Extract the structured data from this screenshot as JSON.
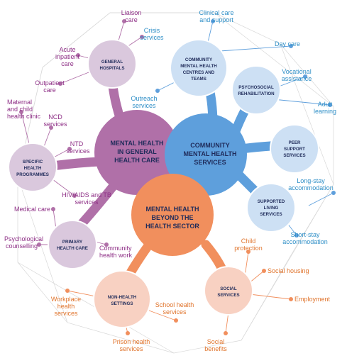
{
  "colors": {
    "purple_hub": "#b070a8",
    "purple_sub": "#dac8dd",
    "purple_text": "#8e2f86",
    "blue_hub": "#5e9fdc",
    "blue_sub": "#cde0f4",
    "blue_text": "#2f8fc7",
    "orange_hub": "#f18f5d",
    "orange_sub": "#f8d1c2",
    "orange_text": "#e0742c",
    "web": "#d8d8d8"
  },
  "hubs": {
    "general": [
      "MENTAL HEALTH",
      "IN GENERAL",
      "HEALTH CARE"
    ],
    "community": [
      "COMMUNITY",
      "MENTAL HEALTH",
      "SERVICES"
    ],
    "beyond": [
      "MENTAL HEALTH",
      "BEYOND THE",
      "HEALTH SECTOR"
    ]
  },
  "subs": {
    "general_hospitals": [
      "GENERAL",
      "HOSPITALS"
    ],
    "specific_programmes": [
      "SPECIFIC",
      "HEALTH",
      "PROGRAMMES"
    ],
    "primary_care": [
      "PRIMARY",
      "HEALTH CARE"
    ],
    "cmhc": [
      "COMMUNITY",
      "MENTAL HEALTH",
      "CENTRES AND",
      "TEAMS"
    ],
    "psychosocial": [
      "PSYCHOSOCIAL",
      "REHABILITATION"
    ],
    "peer_support": [
      "PEER",
      "SUPPORT",
      "SERVICES"
    ],
    "supported_living": [
      "SUPPORTED",
      "LIVING",
      "SERVICES"
    ],
    "social_services": [
      "SOCIAL",
      "SERVICES"
    ],
    "non_health": [
      "NON-HEALTH",
      "SETTINGS"
    ]
  },
  "leaves": {
    "liaison": [
      "Liaison",
      "care"
    ],
    "crisis": [
      "Crisis",
      "services"
    ],
    "acute_inpatient": [
      "Acute",
      "inpatient",
      "care"
    ],
    "outpatient": [
      "Outpatient",
      "care"
    ],
    "maternal": [
      "Maternal",
      "and child",
      "health clinic"
    ],
    "ncd": [
      "NCD",
      "services"
    ],
    "ntd": [
      "NTD",
      "services"
    ],
    "hiv": [
      "HIV/AIDS and TB",
      "services"
    ],
    "medical_care": [
      "Medical care"
    ],
    "psych_counselling": [
      "Psychological",
      "counselling"
    ],
    "community_work": [
      "Community",
      "health work"
    ],
    "clinical_care": [
      "Clinical care",
      "and support"
    ],
    "day_care": [
      "Day care"
    ],
    "vocational": [
      "Vocational",
      "assistance"
    ],
    "adult_learning": [
      "Adult",
      "learning"
    ],
    "outreach": [
      "Outreach",
      "services"
    ],
    "long_stay": [
      "Long-stay",
      "accommodation"
    ],
    "short_stay": [
      "Short-stay",
      "accommodation"
    ],
    "child_protection": [
      "Child",
      "protection"
    ],
    "social_housing": [
      "Social housing"
    ],
    "employment": [
      "Employment"
    ],
    "social_benefits": [
      "Social",
      "benefits"
    ],
    "school_health": [
      "School health",
      "services"
    ],
    "workplace": [
      "Workplace",
      "health",
      "services"
    ],
    "prison": [
      "Prison health",
      "services"
    ]
  }
}
